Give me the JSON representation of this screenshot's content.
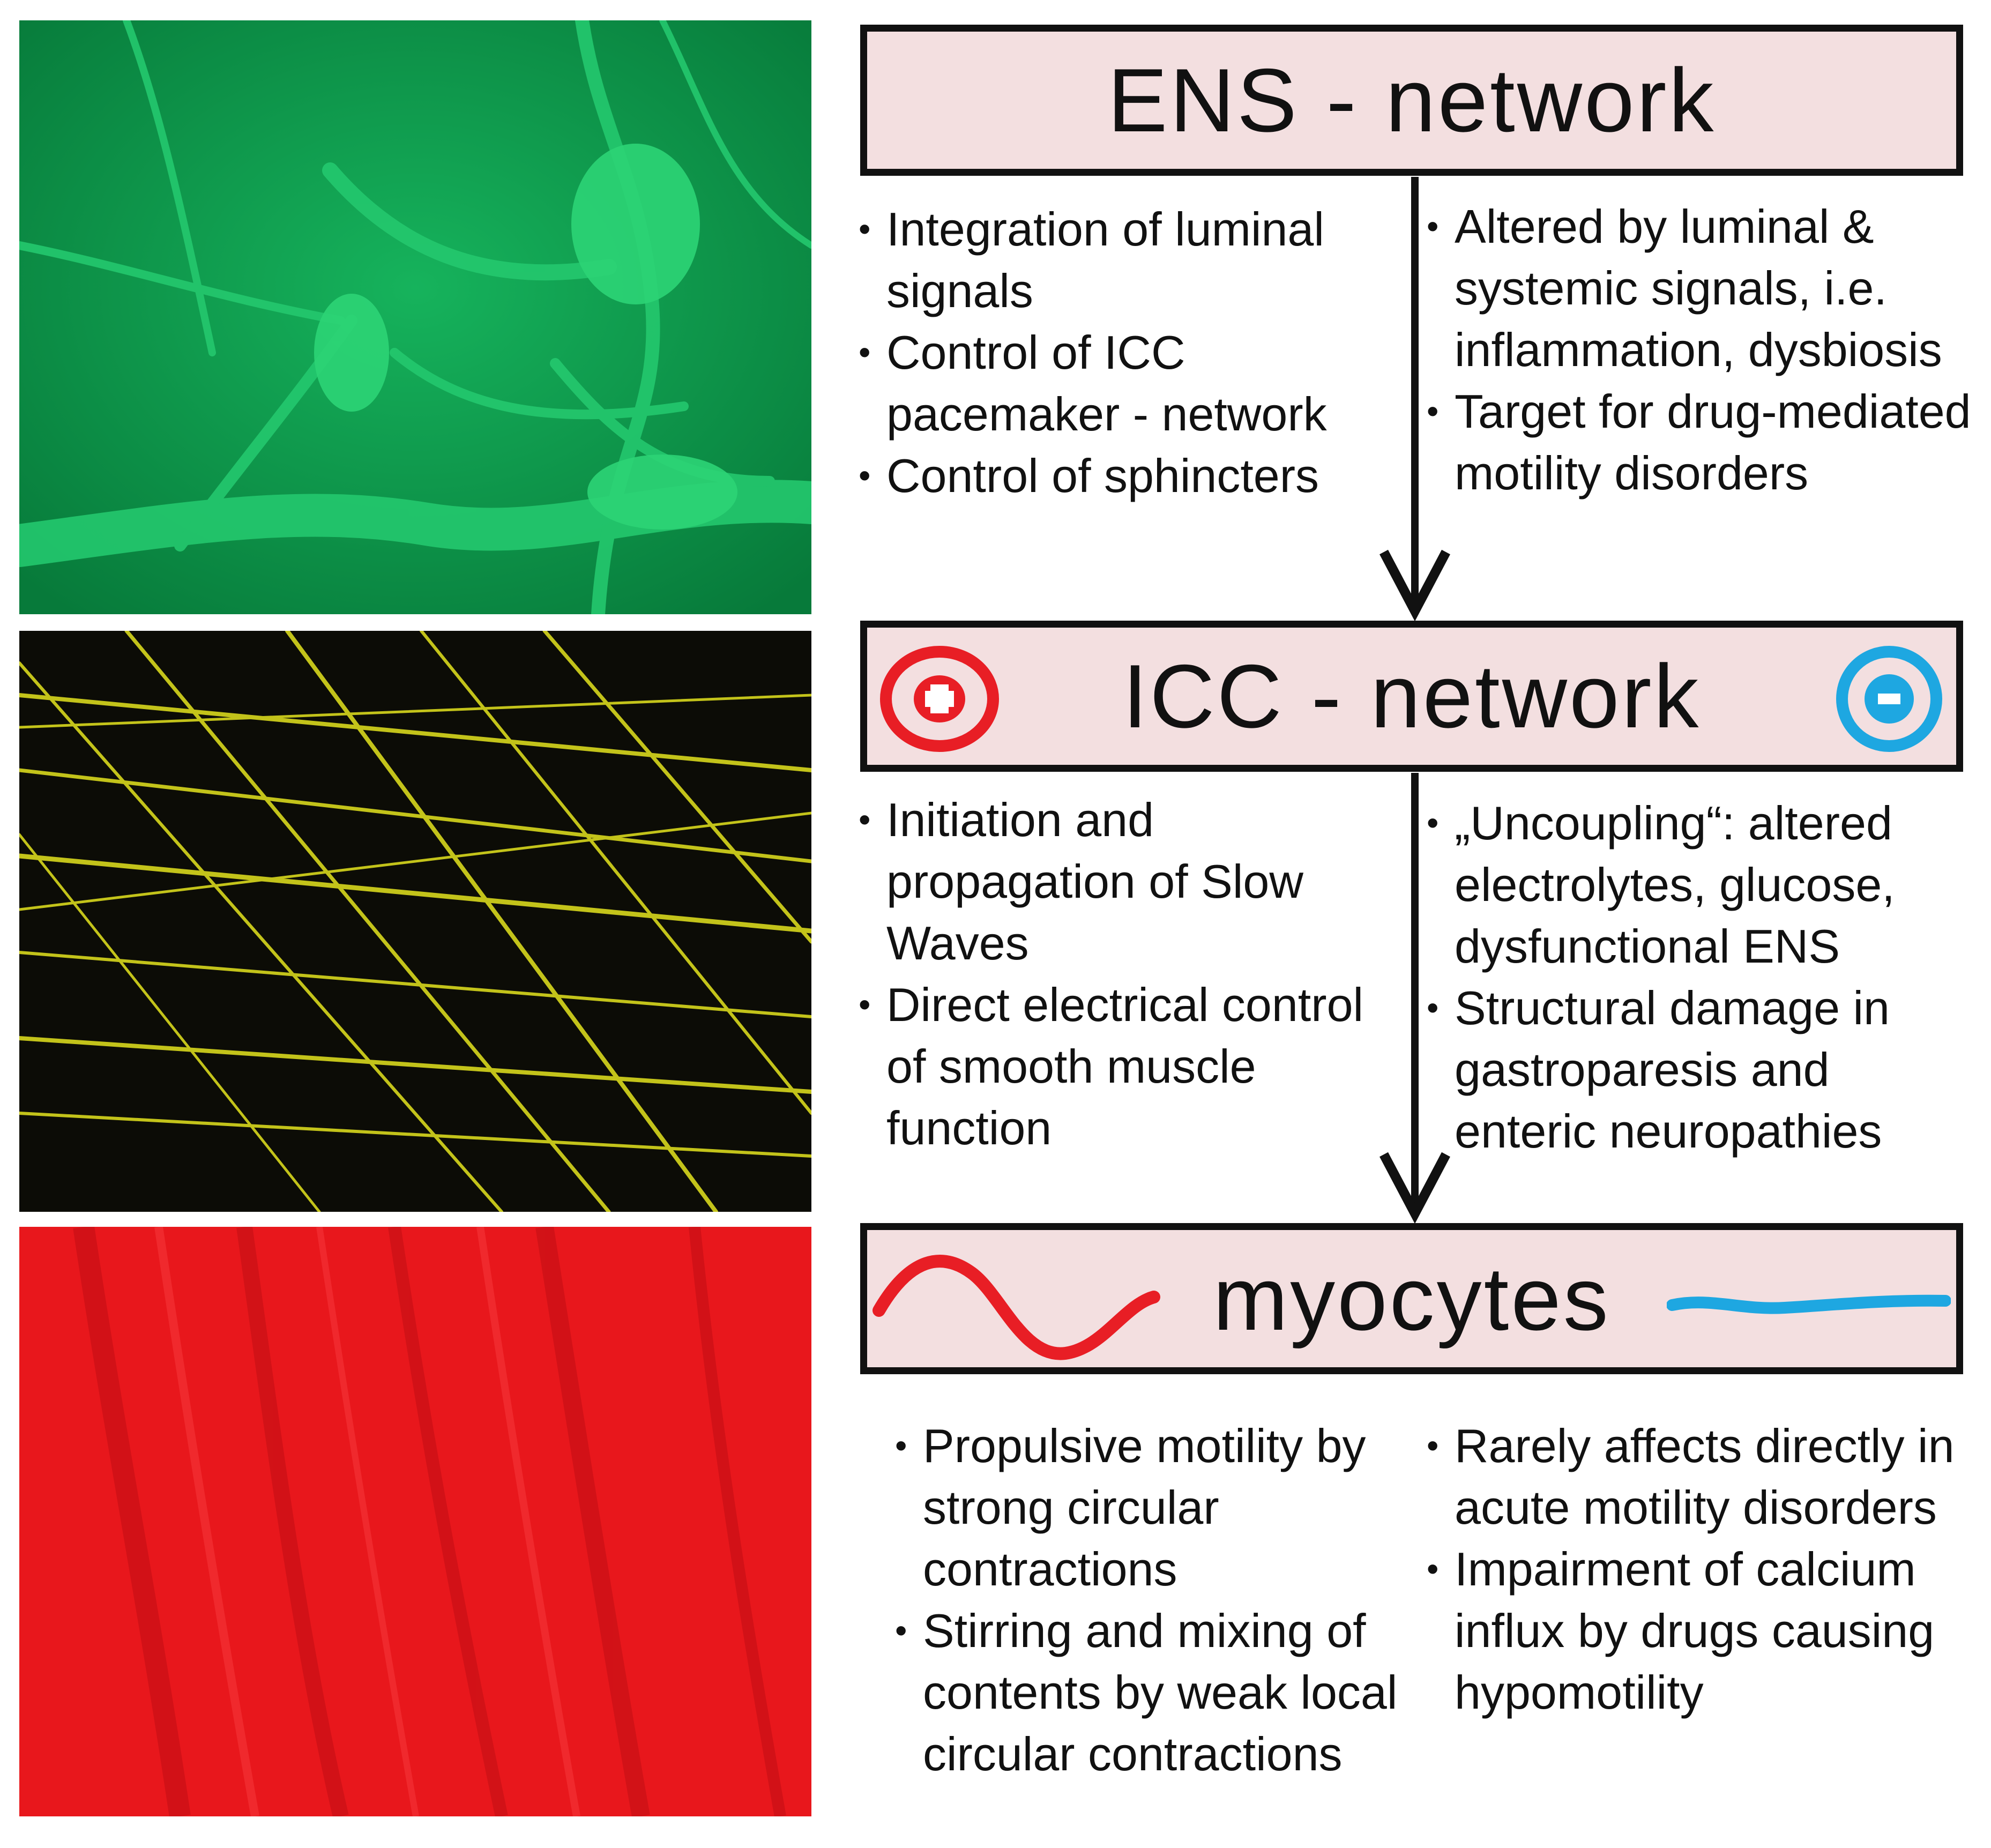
{
  "colors": {
    "ens_stain": "#0b9a4c",
    "icc_stain": "#e8e81e",
    "myocyte_stain": "#e8171c",
    "box_fill": "#f3dfe0",
    "box_border": "#111111",
    "plus_icon": "#e81e25",
    "minus_icon": "#1ea7e1"
  },
  "micrographs": [
    {
      "label": "ENS micrograph",
      "icon": "green-neuron-micrograph"
    },
    {
      "label": "ICC micrograph",
      "icon": "yellow-icc-micrograph"
    },
    {
      "label": "Myocyte micrograph",
      "icon": "red-muscle-micrograph"
    }
  ],
  "ens": {
    "title": "ENS - network",
    "left_bullets": [
      "Integration of luminal signals",
      "Control of ICC pacemaker - network",
      "Control of sphincters"
    ],
    "right_bullets": [
      "Altered by luminal  & systemic signals, i.e. inflammation, dysbiosis",
      "Target for drug-mediated motility disorders"
    ]
  },
  "icc": {
    "title": "ICC - network",
    "left_icon": "plus-circle-icon",
    "right_icon": "minus-circle-icon",
    "left_bullets": [
      "Initiation and propagation of Slow Waves",
      "Direct electrical control of smooth muscle function"
    ],
    "right_bullets": [
      "„Uncoupling“: altered electrolytes, glucose, dysfunctional ENS",
      "Structural damage in gastroparesis and enteric neuropathies"
    ]
  },
  "myocytes": {
    "title": "myocytes",
    "left_icon": "sine-wave-icon",
    "right_icon": "flat-line-icon",
    "left_bullets": [
      "Propulsive motility by strong circular contractions",
      "Stirring and mixing of contents by weak local circular contractions"
    ],
    "right_bullets": [
      "Rarely affects directly in acute motility disorders",
      "Impairment of calcium influx by drugs causing hypomotility"
    ]
  }
}
